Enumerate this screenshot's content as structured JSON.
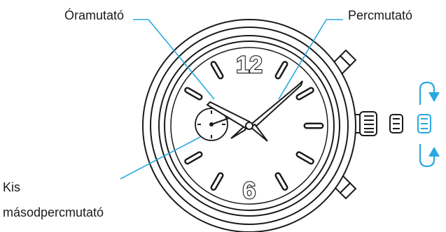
{
  "labels": {
    "hour_hand": "Óramutató",
    "minute_hand": "Percmutató",
    "small_second_line1": "Kis",
    "small_second_line2": "másodpercmutató"
  },
  "dial": {
    "numeral_top": "12",
    "numeral_bottom": "6"
  },
  "colors": {
    "leader_line": "#29a8e0",
    "arrow_accent": "#29a8e0",
    "outline": "#1a1a1a"
  },
  "icons": [
    "crown-pull-out-arrow-icon",
    "crown-position-icon",
    "crown-push-in-arrow-icon"
  ]
}
